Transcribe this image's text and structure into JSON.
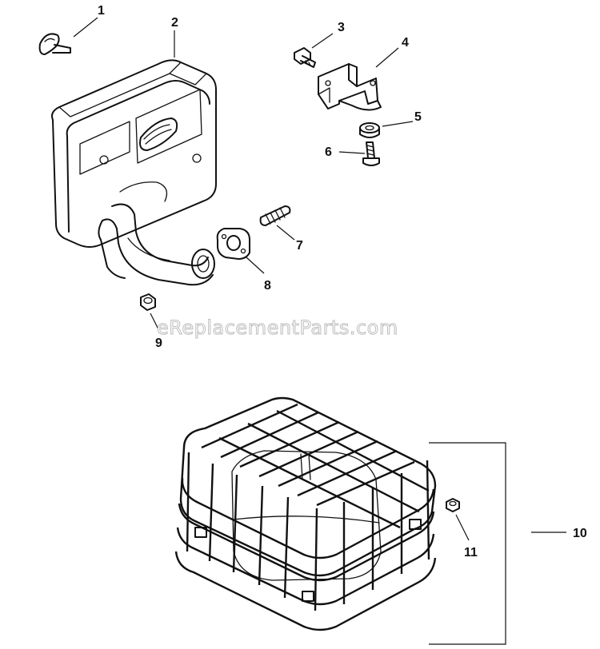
{
  "callouts": [
    {
      "id": "1",
      "label": "1"
    },
    {
      "id": "2",
      "label": "2"
    },
    {
      "id": "3",
      "label": "3"
    },
    {
      "id": "4",
      "label": "4"
    },
    {
      "id": "5",
      "label": "5"
    },
    {
      "id": "6",
      "label": "6"
    },
    {
      "id": "7",
      "label": "7"
    },
    {
      "id": "8",
      "label": "8"
    },
    {
      "id": "9",
      "label": "9"
    },
    {
      "id": "10",
      "label": "10"
    },
    {
      "id": "11",
      "label": "11"
    }
  ],
  "watermark": "eReplacementParts.com"
}
